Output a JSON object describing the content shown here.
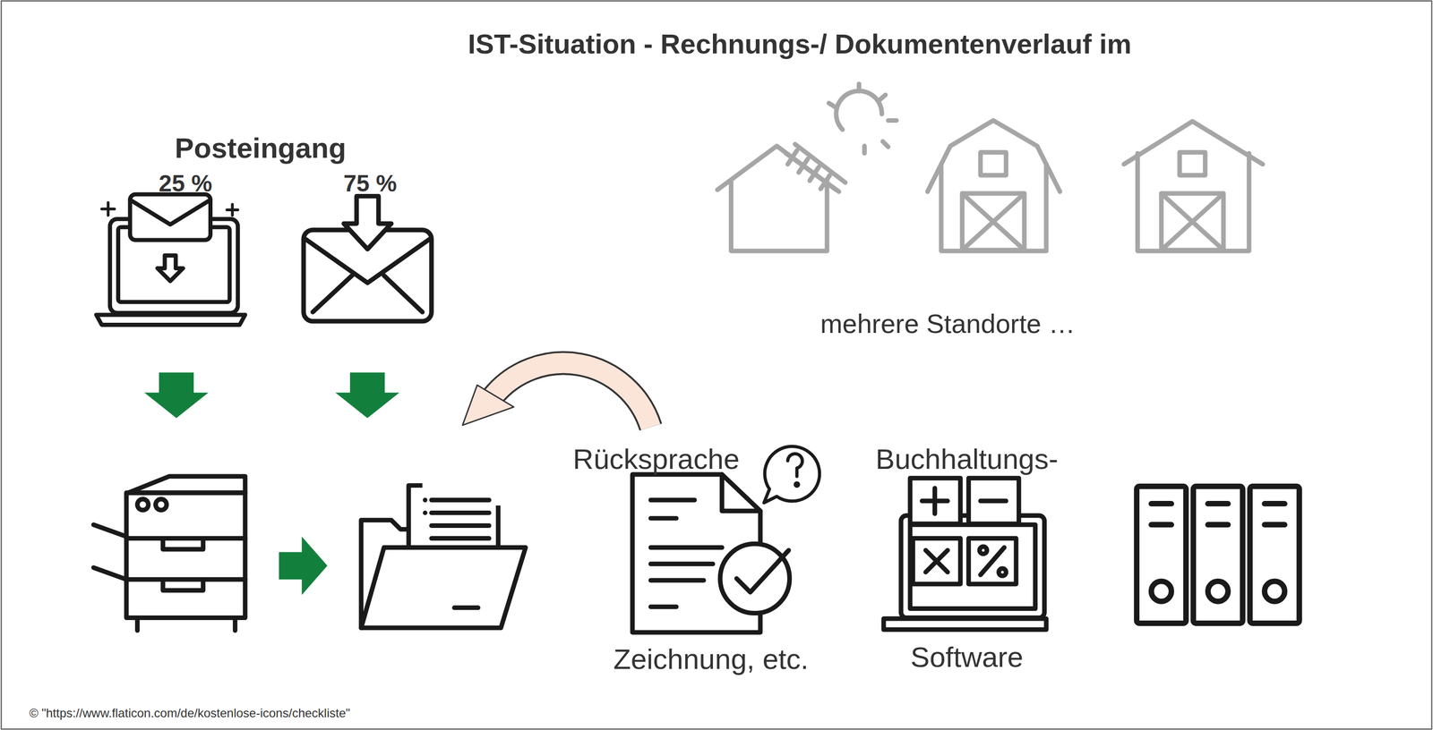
{
  "diagram": {
    "title": "IST-Situation - Rechnungs-/ Dokumentenverlauf im",
    "nodes": [
      {
        "text": [
          "Posteingang"
        ]
      },
      {
        "text": [
          "Rücksprache",
          "Zeichnung, etc.",
          "Buchhaltungs-",
          "Software"
        ]
      }
    ],
    "edges": [
      {
        "from": 0,
        "to": 1,
        "arrow": "to"
      },
      {
        "from": 0,
        "to": 1,
        "arrow": "to"
      }
    ],
    "labels": [
      "25 %",
      "75 %",
      "mehrere Standorte …",
      "© \"https://www.flaticon.com/de/kostenlose-icons/checkliste\""
    ]
  }
}
